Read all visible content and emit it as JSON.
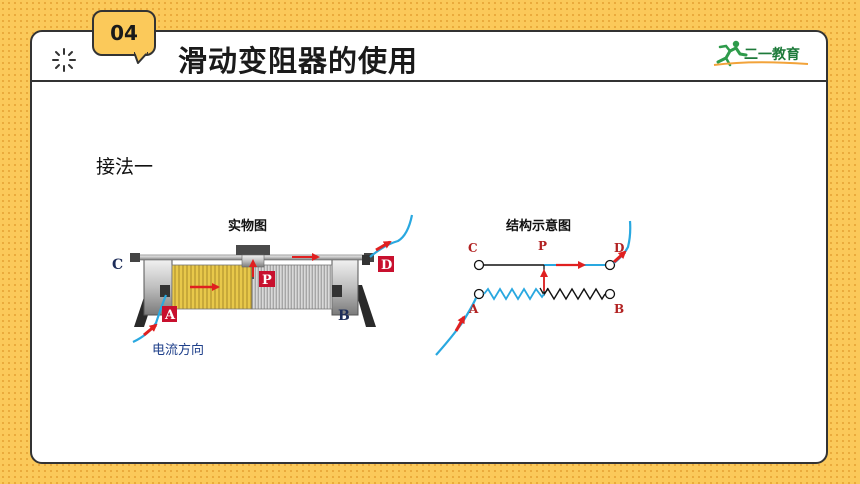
{
  "section_number": "04",
  "slide_title": "滑动变阻器的使用",
  "logo_text": "二一教育",
  "method_label": "接法一",
  "physical": {
    "title": "实物图",
    "label_c": "C",
    "label_p": "P",
    "label_d": "D",
    "label_a": "A",
    "label_b": "B",
    "caption": "电流方向"
  },
  "schematic": {
    "title": "结构示意图",
    "label_c": "C",
    "label_p": "P",
    "label_d": "D",
    "label_a": "A",
    "label_b": "B"
  },
  "colors": {
    "background": "#FBC95A",
    "current_arrow": "#E02020",
    "wire": "#29A8E0",
    "terminal_box": "#C8102E",
    "coil_yellow": "#E8C84A"
  }
}
